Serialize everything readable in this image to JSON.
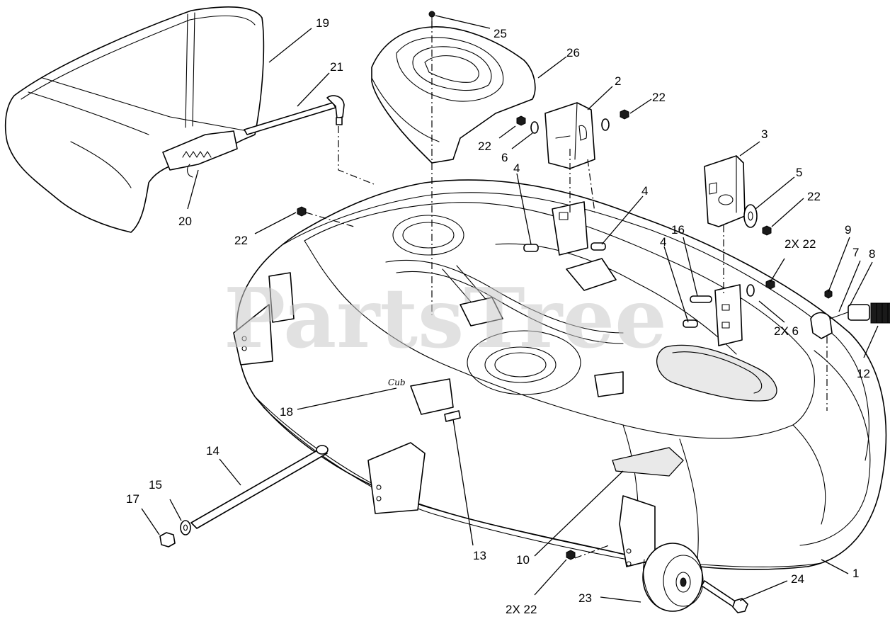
{
  "watermark": "PartsTree",
  "logo_script": "Cub",
  "callouts": {
    "c19": "19",
    "c21": "21",
    "c20": "20",
    "c25": "25",
    "c26": "26",
    "c2": "2",
    "c22a": "22",
    "c22b": "22",
    "c6": "6",
    "c22c": "22",
    "c3": "3",
    "c5": "5",
    "c22d": "22",
    "c4a": "4",
    "c4b": "4",
    "c4c": "4",
    "c16": "16",
    "c2x22a": "2X 22",
    "c9": "9",
    "c7": "7",
    "c8": "8",
    "c2x6": "2X 6",
    "c12": "12",
    "c18": "18",
    "c14": "14",
    "c15": "15",
    "c17": "17",
    "c13": "13",
    "c10": "10",
    "c1": "1",
    "c24": "24",
    "c23": "23",
    "c2x22b": "2X 22"
  }
}
